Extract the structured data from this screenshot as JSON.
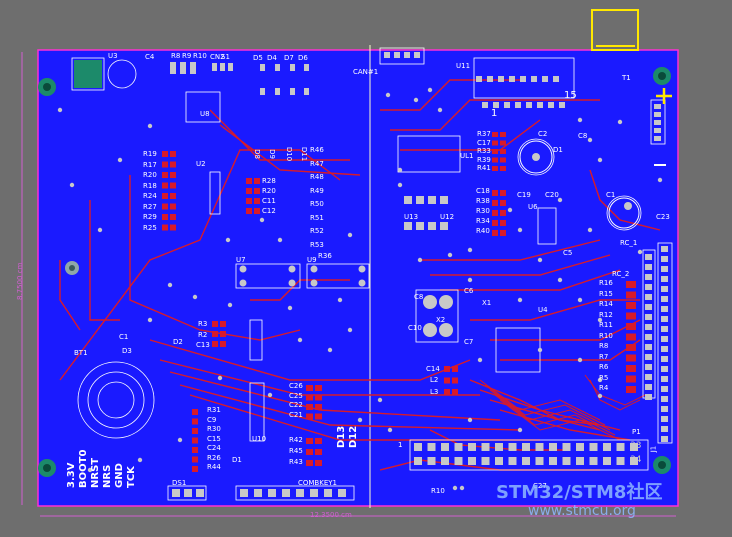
{
  "colors": {
    "background": "#6e6e6e",
    "board": "#1a1aff",
    "board_outline": "#ff2fd4",
    "trace_red": "#d81a2a",
    "silk": "#ffffff",
    "pad": "#c8c8c8",
    "keepout": "#ffe800",
    "watermark": "#8fb8ff"
  },
  "top": {
    "u3": "U3",
    "c4": "C4",
    "r_top": [
      "R8",
      "R9",
      "R10"
    ],
    "cn2": "CN2",
    "s1": "S1",
    "d_top": [
      "D5",
      "D4",
      "D7",
      "D6"
    ],
    "p1": "CAN#1",
    "u11": "U11",
    "pin1": "1",
    "pin15": "15",
    "t1": "T1",
    "plus": "+",
    "minus": "−"
  },
  "left_resistors": [
    "R19",
    "R17",
    "R20",
    "R18",
    "R24",
    "R27",
    "R29",
    "R25"
  ],
  "mid_parts": {
    "u2": "U2",
    "u8": "U8",
    "r_mid": [
      "R28",
      "R20",
      "C11",
      "C12"
    ],
    "d_mid": [
      "D8",
      "D9",
      "D10",
      "D11"
    ],
    "r_col": [
      "R46",
      "R47",
      "R48",
      "R49",
      "R50",
      "R51",
      "R52",
      "R53"
    ],
    "r36": "R36",
    "u7": "U7",
    "u9": "U9"
  },
  "right_parts": {
    "r_top": [
      "R37",
      "C17",
      "R33",
      "R39",
      "R41"
    ],
    "ul1": "UL1",
    "c2": "C2",
    "d1": "D1",
    "c8_top": "C8",
    "c18_block": [
      "C18",
      "R38",
      "R30",
      "R34",
      "R40"
    ],
    "u13": "U13",
    "u12": "U12",
    "c19": "C19",
    "c20": "C20",
    "u6": "U6",
    "c1": "C1",
    "c23": "C23",
    "c5": "C5",
    "rc1": "RC_1",
    "rc2": "RC_2",
    "r_stack": [
      "R16",
      "R15",
      "R14",
      "R12",
      "R11",
      "R10",
      "R8",
      "R7",
      "R6",
      "R5",
      "R4"
    ],
    "c8": "C8",
    "c6": "C6",
    "x1": "X1",
    "u4": "U4",
    "c10": "C10",
    "x2": "X2",
    "c7": "C7",
    "c14": "C14",
    "l2": "L2",
    "l3": "L3",
    "p_label": "P1",
    "pin33": "33",
    "pin34": "34",
    "r10b": "R10",
    "c27": "C27",
    "j1": "J1",
    "pin_j": "1"
  },
  "bottom_left": {
    "r3": "R3",
    "r2": "R2",
    "c13": "C13",
    "c1b": "C1",
    "d3": "D3",
    "d2": "D2",
    "bt1": "BT1",
    "col_a": [
      "R31",
      "C9",
      "R30",
      "C15",
      "C24",
      "R26",
      "R44"
    ],
    "col_b": [
      "C26",
      "C25",
      "C22",
      "C21"
    ],
    "col_c": [
      "R42",
      "R45",
      "R43"
    ],
    "d1": "D1",
    "u10": "U10",
    "d13": "D13",
    "d12": "D12",
    "ds1": "DS1",
    "combkey": "COMBKEY1",
    "io": [
      "3.3V",
      "BOOT0",
      "NRST",
      "NRS",
      "GND",
      "TCK"
    ]
  },
  "dimensions": {
    "bottom": "12.3500 cm",
    "left": "8.7500 cm"
  },
  "watermark": {
    "line1": "STM32/STM8社区",
    "line2": "www.stmcu.org"
  }
}
